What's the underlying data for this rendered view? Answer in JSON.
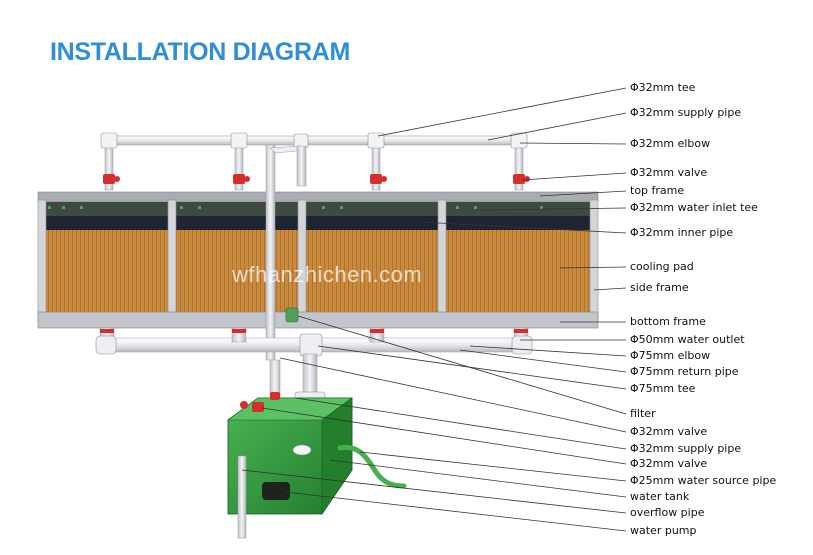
{
  "title": "INSTALLATION DIAGRAM",
  "watermark": "wfhanzhichen.com",
  "colors": {
    "title": "#2f8fd6",
    "pad": "#c98a3e",
    "pipe": "#e6e7ea",
    "valve": "#d62d2d",
    "tank": "#2f9a3a",
    "hose": "#46b04a",
    "frame": "#b9bcc1"
  },
  "labels": [
    {
      "id": "tee-32",
      "text": "Φ32mm tee"
    },
    {
      "id": "supply-pipe-32",
      "text": "Φ32mm supply  pipe"
    },
    {
      "id": "elbow-32",
      "text": "Φ32mm elbow"
    },
    {
      "id": "valve-32",
      "text": "Φ32mm valve"
    },
    {
      "id": "top-frame",
      "text": "top frame"
    },
    {
      "id": "water-inlet-tee-32",
      "text": "Φ32mm  water inlet tee"
    },
    {
      "id": "inner-pipe-32",
      "text": "Φ32mm inner pipe"
    },
    {
      "id": "cooling-pad",
      "text": "cooling pad"
    },
    {
      "id": "side-frame",
      "text": "side frame"
    },
    {
      "id": "bottom-frame",
      "text": "bottom frame"
    },
    {
      "id": "water-outlet-50",
      "text": "Φ50mm  water outlet"
    },
    {
      "id": "elbow-75",
      "text": "Φ75mm  elbow"
    },
    {
      "id": "return-pipe-75",
      "text": "Φ75mm return pipe"
    },
    {
      "id": "tee-75",
      "text": "Φ75mm tee"
    },
    {
      "id": "filter",
      "text": "filter"
    },
    {
      "id": "valve-32-lower",
      "text": "Φ32mm valve"
    },
    {
      "id": "supply-pipe-32-lower",
      "text": "Φ32mm supply  pipe"
    },
    {
      "id": "valve-32-small",
      "text": "Φ32mm valve"
    },
    {
      "id": "water-source-pipe-25",
      "text": "Φ25mm water source pipe"
    },
    {
      "id": "water-tank",
      "text": "water tank"
    },
    {
      "id": "overflow-pipe",
      "text": "overflow pipe"
    },
    {
      "id": "water-pump",
      "text": "water pump"
    }
  ]
}
